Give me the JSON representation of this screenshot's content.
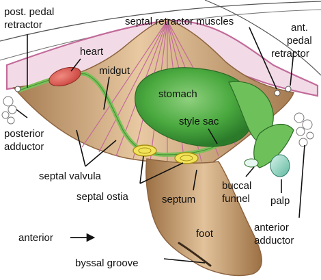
{
  "colors": {
    "body_tan": "#d9b48a",
    "body_tan_dark": "#a67c52",
    "mantle_pink": "#c26a9a",
    "mantle_fill": "#f2dbe6",
    "stomach_green": "#3f9f3a",
    "stomach_light": "#8fd07e",
    "heart_red": "#d8504a",
    "ostia_yellow": "#f1e35a",
    "palp_teal": "#9fd8c8",
    "text": "#111111"
  },
  "labels": {
    "post_pedal_retractor_1": "post. pedal",
    "post_pedal_retractor_2": "retractor",
    "septal_retractor_muscles": "septal retractor muscles",
    "ant_pedal_retractor_1": "ant.",
    "ant_pedal_retractor_2": "pedal",
    "ant_pedal_retractor_3": "retractor",
    "heart": "heart",
    "midgut": "midgut",
    "stomach": "stomach",
    "style_sac": "style sac",
    "posterior_adductor_1": "posterior",
    "posterior_adductor_2": "adductor",
    "septal_valvula": "septal valvula",
    "septal_ostia": "septal ostia",
    "septum": "septum",
    "buccal_funnel_1": "buccal",
    "buccal_funnel_2": "funnel",
    "palp": "palp",
    "anterior_adductor_1": "anterior",
    "anterior_adductor_2": "adductor",
    "anterior": "anterior",
    "foot": "foot",
    "byssal_groove": "byssal groove"
  },
  "icons": {
    "direction_arrow": "right-arrow-icon"
  }
}
